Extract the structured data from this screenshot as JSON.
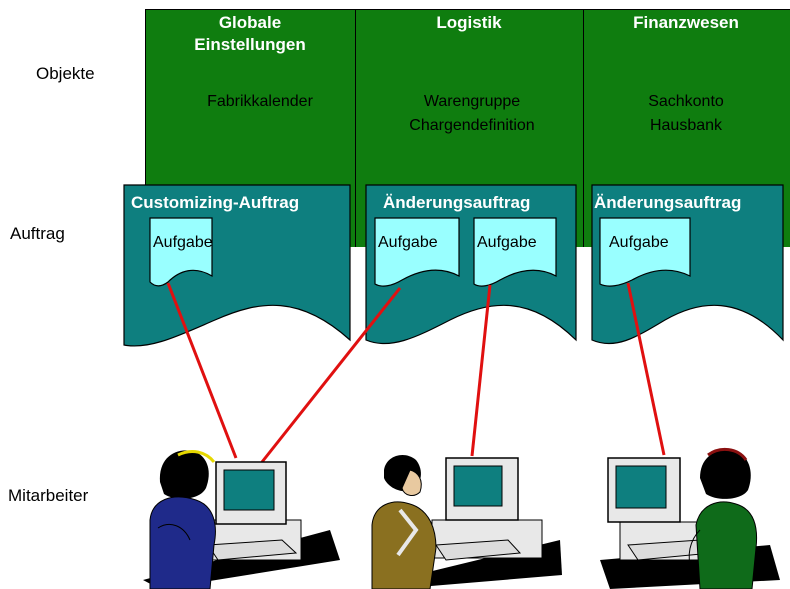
{
  "row_labels": {
    "objekte": "Objekte",
    "auftrag": "Auftrag",
    "mitarbeiter": "Mitarbeiter"
  },
  "categories": [
    {
      "title_line1": "Globale",
      "title_line2": "Einstellungen",
      "objects": [
        "Fabrikkalender"
      ]
    },
    {
      "title_line1": "Logistik",
      "title_line2": "",
      "objects": [
        "Warengruppe",
        "Chargendefinition"
      ]
    },
    {
      "title_line1": "Finanzwesen",
      "title_line2": "",
      "objects": [
        "Sachkonto",
        "Hausbank"
      ]
    }
  ],
  "orders": [
    {
      "title": "Customizing-Auftrag",
      "tasks": [
        "Aufgabe"
      ]
    },
    {
      "title": "Änderungsauftrag",
      "tasks": [
        "Aufgabe",
        "Aufgabe"
      ]
    },
    {
      "title": "Änderungsauftrag",
      "tasks": [
        "Aufgabe"
      ]
    }
  ],
  "colors": {
    "category_green": "#0f7d0f",
    "order_teal": "#0e7f7f",
    "task_cyan": "#99ffff",
    "connector_red": "#e01010"
  }
}
